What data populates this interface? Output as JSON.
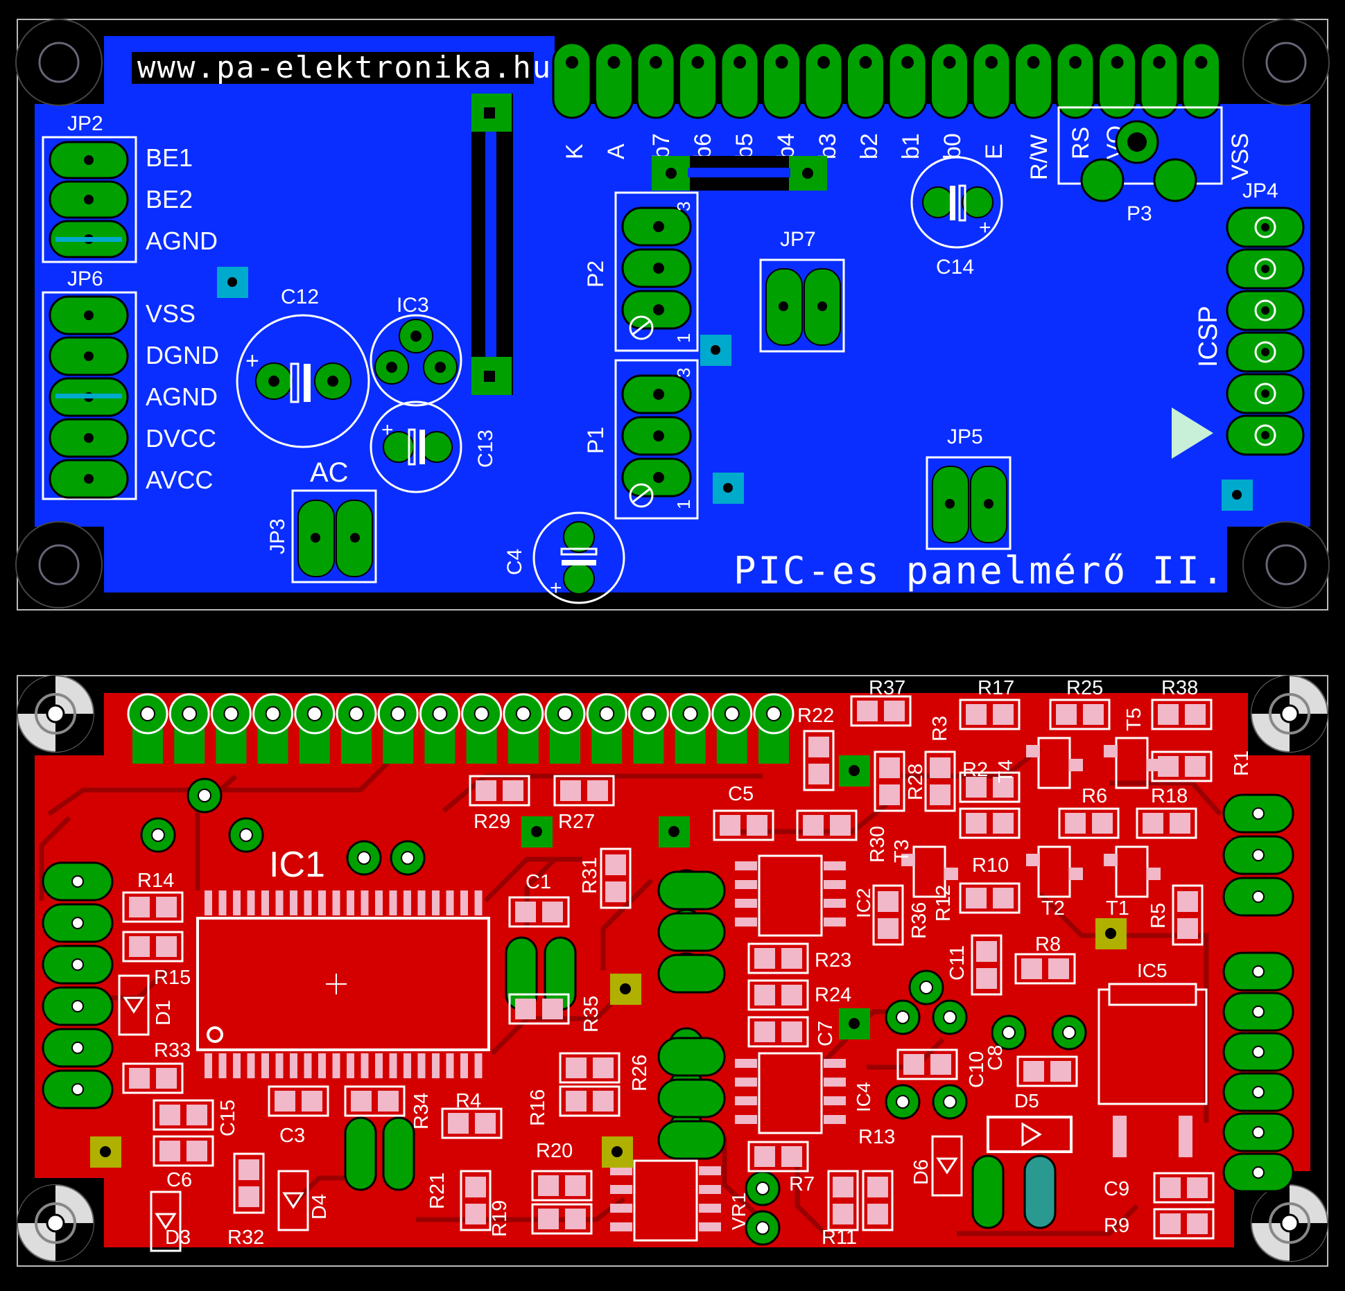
{
  "colors": {
    "background": "#000000",
    "top_copper": "#0a2eff",
    "bottom_copper": "#d40000",
    "bottom_trace": "#a80000",
    "pad": "#00a000",
    "silkscreen": "#ffffff",
    "via_fill": "#00aacc",
    "via_yellow": "#b0b000",
    "smd_pad": "#f0b8c8"
  },
  "top_board": {
    "website": "www.pa-elektronika.hu",
    "title": "PIC-es panelmérő II.",
    "header_pins": [
      "K",
      "A",
      "b7",
      "b6",
      "b5",
      "b4",
      "b3",
      "b2",
      "b1",
      "b0",
      "E",
      "R/W",
      "RS",
      "VO",
      "VSS"
    ],
    "jp2": {
      "name": "JP2",
      "pins": [
        "BE1",
        "BE2",
        "AGND"
      ]
    },
    "jp6": {
      "name": "JP6",
      "pins": [
        "VSS",
        "DGND",
        "AGND",
        "DVCC",
        "AVCC"
      ]
    },
    "labels": {
      "c12": "C12",
      "ic3": "IC3",
      "c13": "C13",
      "ac": "AC",
      "jp3": "JP3",
      "c4": "C4",
      "p2": "P2",
      "p1": "P1",
      "jp7": "JP7",
      "c14": "C14",
      "jp5": "JP5",
      "p3": "P3",
      "jp4": "JP4",
      "icsp": "ICSP",
      "pot_pin_3": "3",
      "pot_pin_1": "1",
      "plus": "+"
    }
  },
  "bottom_board": {
    "labels": {
      "ic1": "IC1",
      "ic2": "IC2",
      "ic4": "IC4",
      "ic5": "IC5",
      "r14": "R14",
      "r15": "R15",
      "r33": "R33",
      "d1": "D1",
      "c15": "C15",
      "c3": "C3",
      "r34": "R34",
      "r4": "R4",
      "c6": "C6",
      "d3": "D3",
      "r32": "R32",
      "d4": "D4",
      "r21": "R21",
      "r19": "R19",
      "r20": "R20",
      "r16": "R16",
      "r26": "R26",
      "r35": "R35",
      "c1": "C1",
      "r29": "R29",
      "r27": "R27",
      "r31": "R31",
      "r22": "R22",
      "c5": "C5",
      "r37": "R37",
      "r3": "R3",
      "r28": "R28",
      "r30": "R30",
      "t3": "T3",
      "r36": "R36",
      "r12": "R12",
      "r23": "R23",
      "r24": "R24",
      "c7": "C7",
      "r13": "R13",
      "r7": "R7",
      "r11": "R11",
      "vr1": "VR1",
      "d6": "D6",
      "c11": "C11",
      "c10": "C10",
      "c8": "C8",
      "d5": "D5",
      "r17": "R17",
      "r2": "R2",
      "t4": "T4",
      "r25": "R25",
      "t5": "T5",
      "r38": "R38",
      "r1": "R1",
      "r6": "R6",
      "r18": "R18",
      "r10": "R10",
      "t2": "T2",
      "t1": "T1",
      "r5": "R5",
      "r8": "R8",
      "c9": "C9",
      "r9": "R9"
    }
  }
}
